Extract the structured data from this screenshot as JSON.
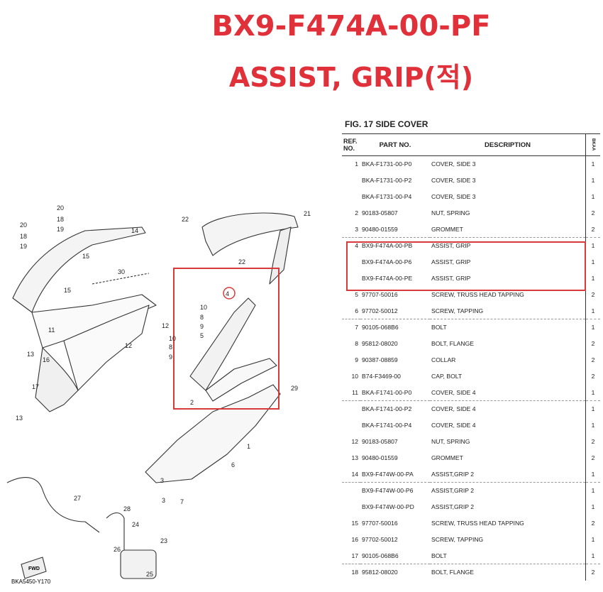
{
  "header": {
    "line1": "BX9-F474A-00-PF",
    "line2": "ASSIST, GRIP(적)"
  },
  "figure": {
    "title": "FIG. 17  SIDE COVER",
    "columns": {
      "ref_line1": "REF.",
      "ref_line2": "NO.",
      "part": "PART NO.",
      "desc": "DESCRIPTION",
      "qty": "BKAA"
    },
    "rows": [
      {
        "ref": "1",
        "part": "BKA-F1731-00-P0",
        "desc": "COVER, SIDE 3",
        "qty": "1",
        "dash": false
      },
      {
        "ref": "",
        "part": "BKA-F1731-00-P2",
        "desc": "COVER, SIDE 3",
        "qty": "1",
        "dash": false
      },
      {
        "ref": "",
        "part": "BKA-F1731-00-P4",
        "desc": "COVER, SIDE 3",
        "qty": "1",
        "dash": false
      },
      {
        "ref": "2",
        "part": "90183-05807",
        "desc": "NUT, SPRING",
        "qty": "2",
        "dash": false
      },
      {
        "ref": "3",
        "part": "90480-01559",
        "desc": "GROMMET",
        "qty": "2",
        "dash": false
      },
      {
        "ref": "4",
        "part": "BX9-F474A-00-PB",
        "desc": "ASSIST, GRIP",
        "qty": "1",
        "dash": true
      },
      {
        "ref": "",
        "part": "BX9-F474A-00-P6",
        "desc": "ASSIST, GRIP",
        "qty": "1",
        "dash": false
      },
      {
        "ref": "",
        "part": "BX9-F474A-00-PE",
        "desc": "ASSIST, GRIP",
        "qty": "1",
        "dash": false
      },
      {
        "ref": "5",
        "part": "97707-50016",
        "desc": "SCREW, TRUSS HEAD TAPPING",
        "qty": "2",
        "dash": false
      },
      {
        "ref": "6",
        "part": "97702-50012",
        "desc": "SCREW, TAPPING",
        "qty": "1",
        "dash": false
      },
      {
        "ref": "7",
        "part": "90105-068B6",
        "desc": "BOLT",
        "qty": "1",
        "dash": true
      },
      {
        "ref": "8",
        "part": "95812-08020",
        "desc": "BOLT, FLANGE",
        "qty": "2",
        "dash": false
      },
      {
        "ref": "9",
        "part": "90387-08859",
        "desc": "COLLAR",
        "qty": "2",
        "dash": false
      },
      {
        "ref": "10",
        "part": "B74-F3469-00",
        "desc": "CAP, BOLT",
        "qty": "2",
        "dash": false
      },
      {
        "ref": "11",
        "part": "BKA-F1741-00-P0",
        "desc": "COVER, SIDE 4",
        "qty": "1",
        "dash": false
      },
      {
        "ref": "",
        "part": "BKA-F1741-00-P2",
        "desc": "COVER, SIDE 4",
        "qty": "1",
        "dash": true
      },
      {
        "ref": "",
        "part": "BKA-F1741-00-P4",
        "desc": "COVER, SIDE 4",
        "qty": "1",
        "dash": false
      },
      {
        "ref": "12",
        "part": "90183-05807",
        "desc": "NUT, SPRING",
        "qty": "2",
        "dash": false
      },
      {
        "ref": "13",
        "part": "90480-01559",
        "desc": "GROMMET",
        "qty": "2",
        "dash": false
      },
      {
        "ref": "14",
        "part": "BX9-F474W-00-PA",
        "desc": "ASSIST,GRIP 2",
        "qty": "1",
        "dash": false
      },
      {
        "ref": "",
        "part": "BX9-F474W-00-P6",
        "desc": "ASSIST,GRIP 2",
        "qty": "1",
        "dash": true
      },
      {
        "ref": "",
        "part": "BX9-F474W-00-PD",
        "desc": "ASSIST,GRIP 2",
        "qty": "1",
        "dash": false
      },
      {
        "ref": "15",
        "part": "97707-50016",
        "desc": "SCREW, TRUSS HEAD TAPPING",
        "qty": "2",
        "dash": false
      },
      {
        "ref": "16",
        "part": "97702-50012",
        "desc": "SCREW, TAPPING",
        "qty": "1",
        "dash": false
      },
      {
        "ref": "17",
        "part": "90105-068B6",
        "desc": "BOLT",
        "qty": "1",
        "dash": false
      },
      {
        "ref": "18",
        "part": "95812-08020",
        "desc": "BOLT, FLANGE",
        "qty": "2",
        "dash": true
      }
    ]
  },
  "diagram": {
    "callouts": [
      "20",
      "18",
      "19",
      "20",
      "18",
      "19",
      "14",
      "15",
      "15",
      "30",
      "11",
      "12",
      "12",
      "13",
      "16",
      "17",
      "13",
      "22",
      "21",
      "22",
      "4",
      "10",
      "8",
      "9",
      "5",
      "10",
      "8",
      "9",
      "2",
      "3",
      "29",
      "1",
      "6",
      "3",
      "7",
      "27",
      "28",
      "24",
      "26",
      "23",
      "25"
    ],
    "drawing_code": "BKA5450-Y170",
    "fwd_label": "FWD",
    "accent": "#d83a3a"
  }
}
